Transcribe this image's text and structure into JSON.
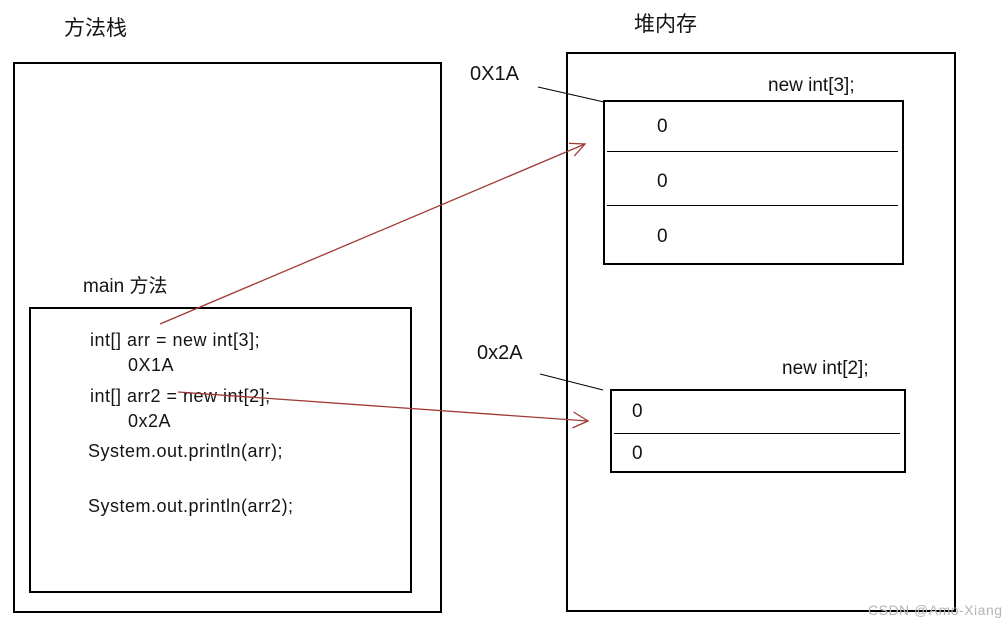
{
  "colors": {
    "arrow-red": "#a03936",
    "line-black": "#000000",
    "text-black": "#141414",
    "watermark-gray": "#b5b5b5",
    "bg-white": "#ffffff"
  },
  "stack": {
    "title": "方法栈",
    "frame_label": "main 方法",
    "code_lines": [
      {
        "text": "int[] arr = new int[3];"
      },
      {
        "text": "0X1A"
      },
      {
        "text": "int[] arr2 = new int[2];"
      },
      {
        "text": "0x2A"
      },
      {
        "text": "System.out.println(arr);"
      },
      {
        "text": "System.out.println(arr2);"
      }
    ]
  },
  "heap": {
    "title": "堆内存",
    "arrays": [
      {
        "address_label": "0X1A",
        "creation_label": "new int[3];",
        "cells": [
          "0",
          "0",
          "0"
        ]
      },
      {
        "address_label": "0x2A",
        "creation_label": "new int[2];",
        "cells": [
          "0",
          "0"
        ]
      }
    ]
  },
  "arrows": [
    {
      "from": "arr variable in main method",
      "to": "new int[3] array in heap"
    },
    {
      "from": "arr2 variable in main method",
      "to": "new int[2] array in heap"
    }
  ],
  "watermark": "CSDN @Amo-Xiang"
}
